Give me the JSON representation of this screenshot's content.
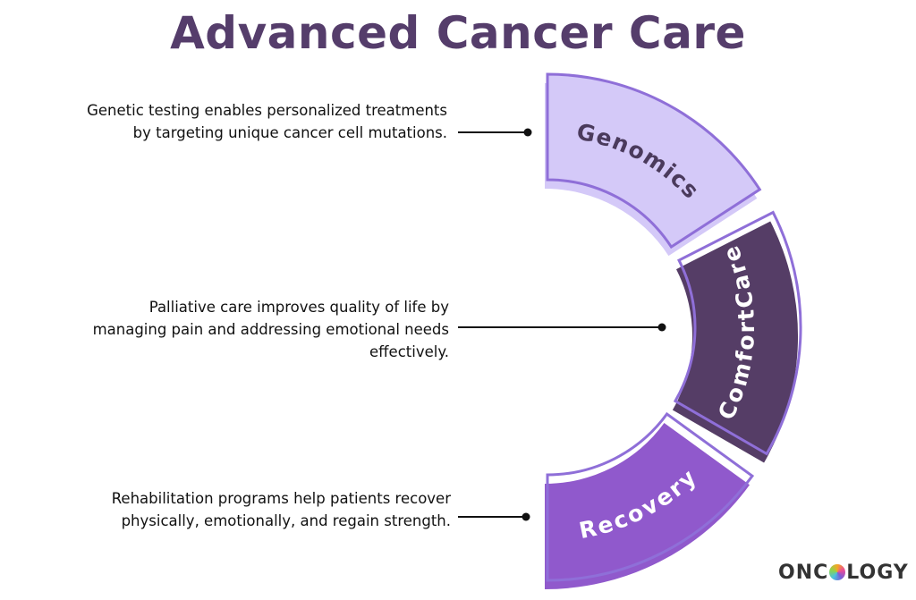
{
  "title": "Advanced Cancer Care",
  "segments": [
    {
      "label": "Genomics",
      "description": "Genetic testing enables personalized treatments by targeting unique cancer cell mutations.",
      "fill": "#d4c9f8",
      "text_color": "#4a3a5c"
    },
    {
      "label": "ComfortCare",
      "description": "Palliative care improves quality of life by managing pain and addressing emotional needs effectively.",
      "fill": "#553d66",
      "text_color": "#ffffff"
    },
    {
      "label": "Recovery",
      "description": "Rehabilitation programs help patients recover physically, emotionally, and regain strength.",
      "fill": "#9059cc",
      "text_color": "#ffffff"
    }
  ],
  "outline_color": "#8f6fd8",
  "logo": {
    "text_before": "ONC",
    "text_after": "LOGY",
    "full": "ONCOLOGY"
  }
}
